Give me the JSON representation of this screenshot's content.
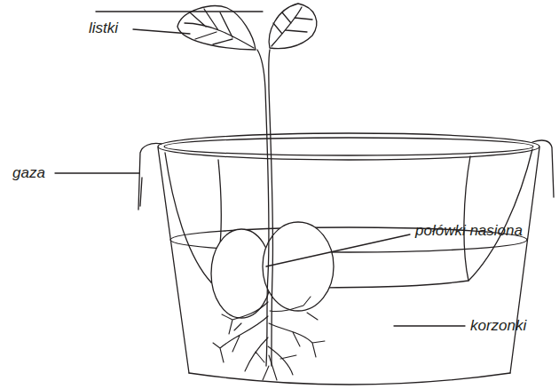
{
  "diagram": {
    "labels": [
      "listki",
      "gaza",
      "połówki nasiona",
      "korzonki"
    ]
  }
}
